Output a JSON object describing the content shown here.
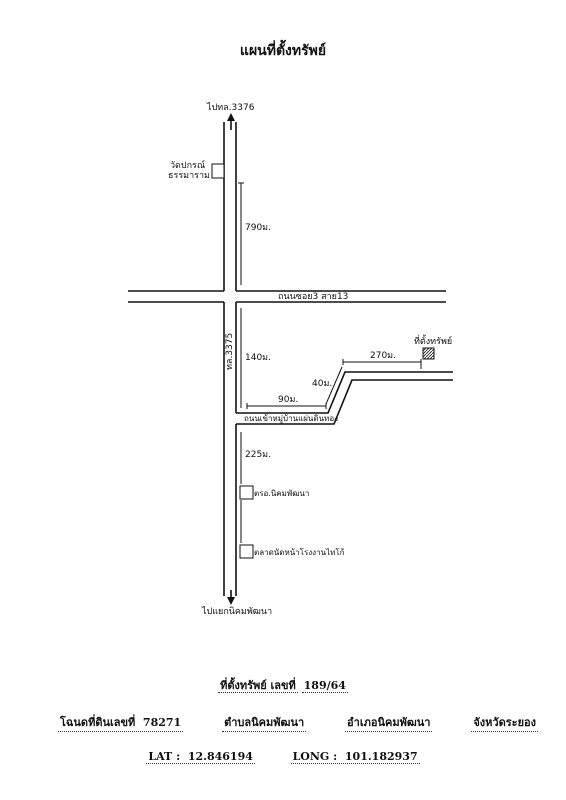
{
  "map": {
    "title": "แผนที่ตั้งทรัพย์",
    "labels": {
      "north_dest": "ไปทล.3376",
      "south_dest": "ไปแยกนิคมพัฒนา",
      "temple": [
        "วัดปกรณ์",
        "ธรรมาราม"
      ],
      "cross_road": "ถนนซอย3 สาย13",
      "highway": "ทล.3375",
      "village_road": "ถนนเข้าหมู่บ้านแผ่นดินทอง",
      "property": "ที่ตั้งทรัพย์",
      "police": "ตรอ.นิคมพัฒนา",
      "market": "ตลาดนัดหน้าโรงงานไทโก้"
    },
    "distances": {
      "d790": "790ม.",
      "d140": "140ม.",
      "d90": "90ม.",
      "d40": "40ม.",
      "d270": "270ม.",
      "d225": "225ม."
    }
  },
  "footer": {
    "property_label": "ที่ตั้งทรัพย์ เลขที่",
    "property_no": "189/64",
    "deed_label": "โฉนดที่ดินเลขที่",
    "deed_no": "78271",
    "tambon": "ตำบลนิคมพัฒนา",
    "amphoe": "อำเภอนิคมพัฒนา",
    "province": "จังหวัดระยอง",
    "lat_label": "LAT :",
    "lat": "12.846194",
    "long_label": "LONG :",
    "long": "101.182937"
  }
}
